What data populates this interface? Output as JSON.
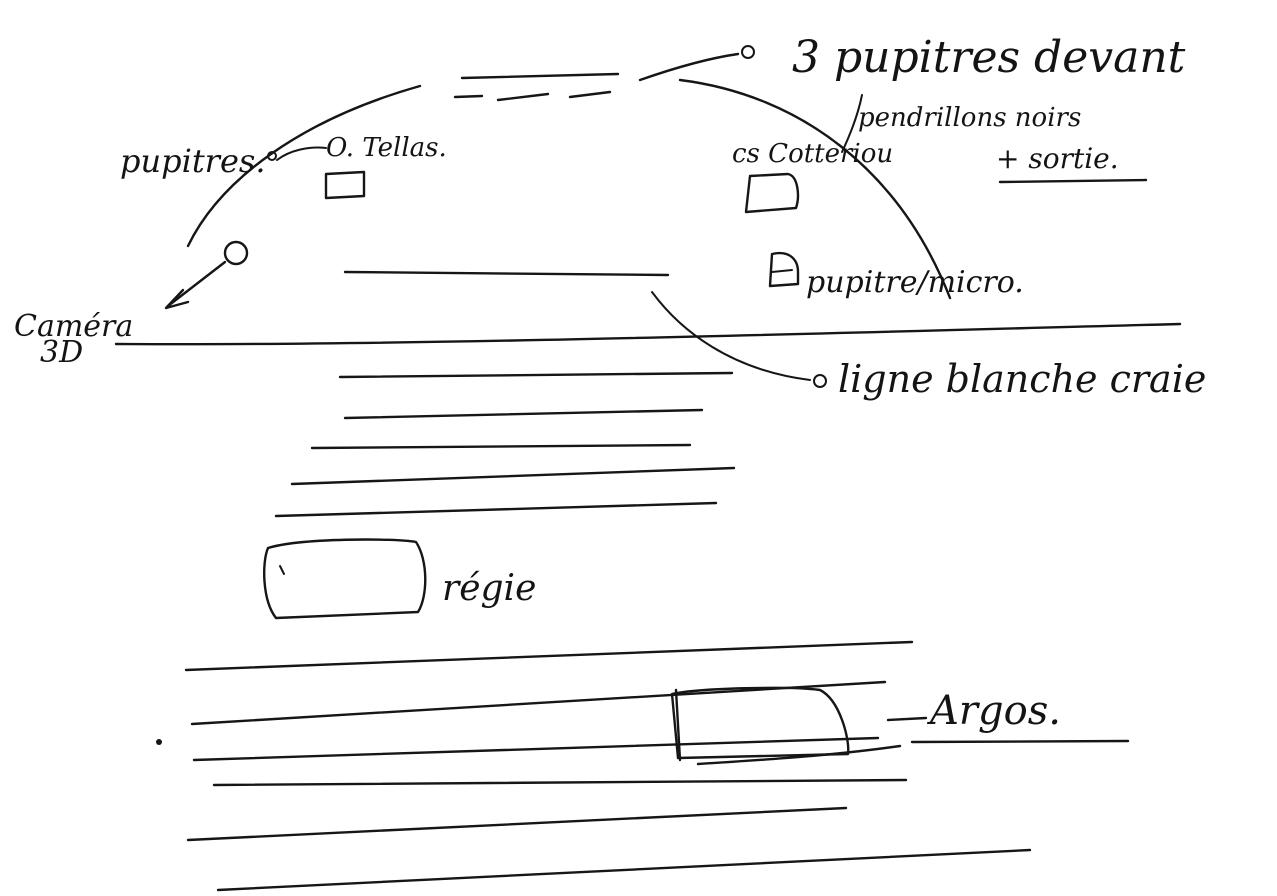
{
  "labels": {
    "tres_pupitres": "3 pupitres devant",
    "pendrillons": "pendrillons noirs",
    "sortie": "+ sortie.",
    "pupitres_left": "pupitres.",
    "o_tellas": "O. Tellas.",
    "cs_cotteriou": "cs Cotteriou",
    "pupitre_micro": "pupitre/micro.",
    "camera": "Caméra",
    "camera_3d": "3D",
    "ligne": "ligne blanche craie",
    "regie": "régie",
    "argos": "Argos."
  },
  "colors": {
    "ink": "#161616",
    "paper": "#ffffff"
  }
}
